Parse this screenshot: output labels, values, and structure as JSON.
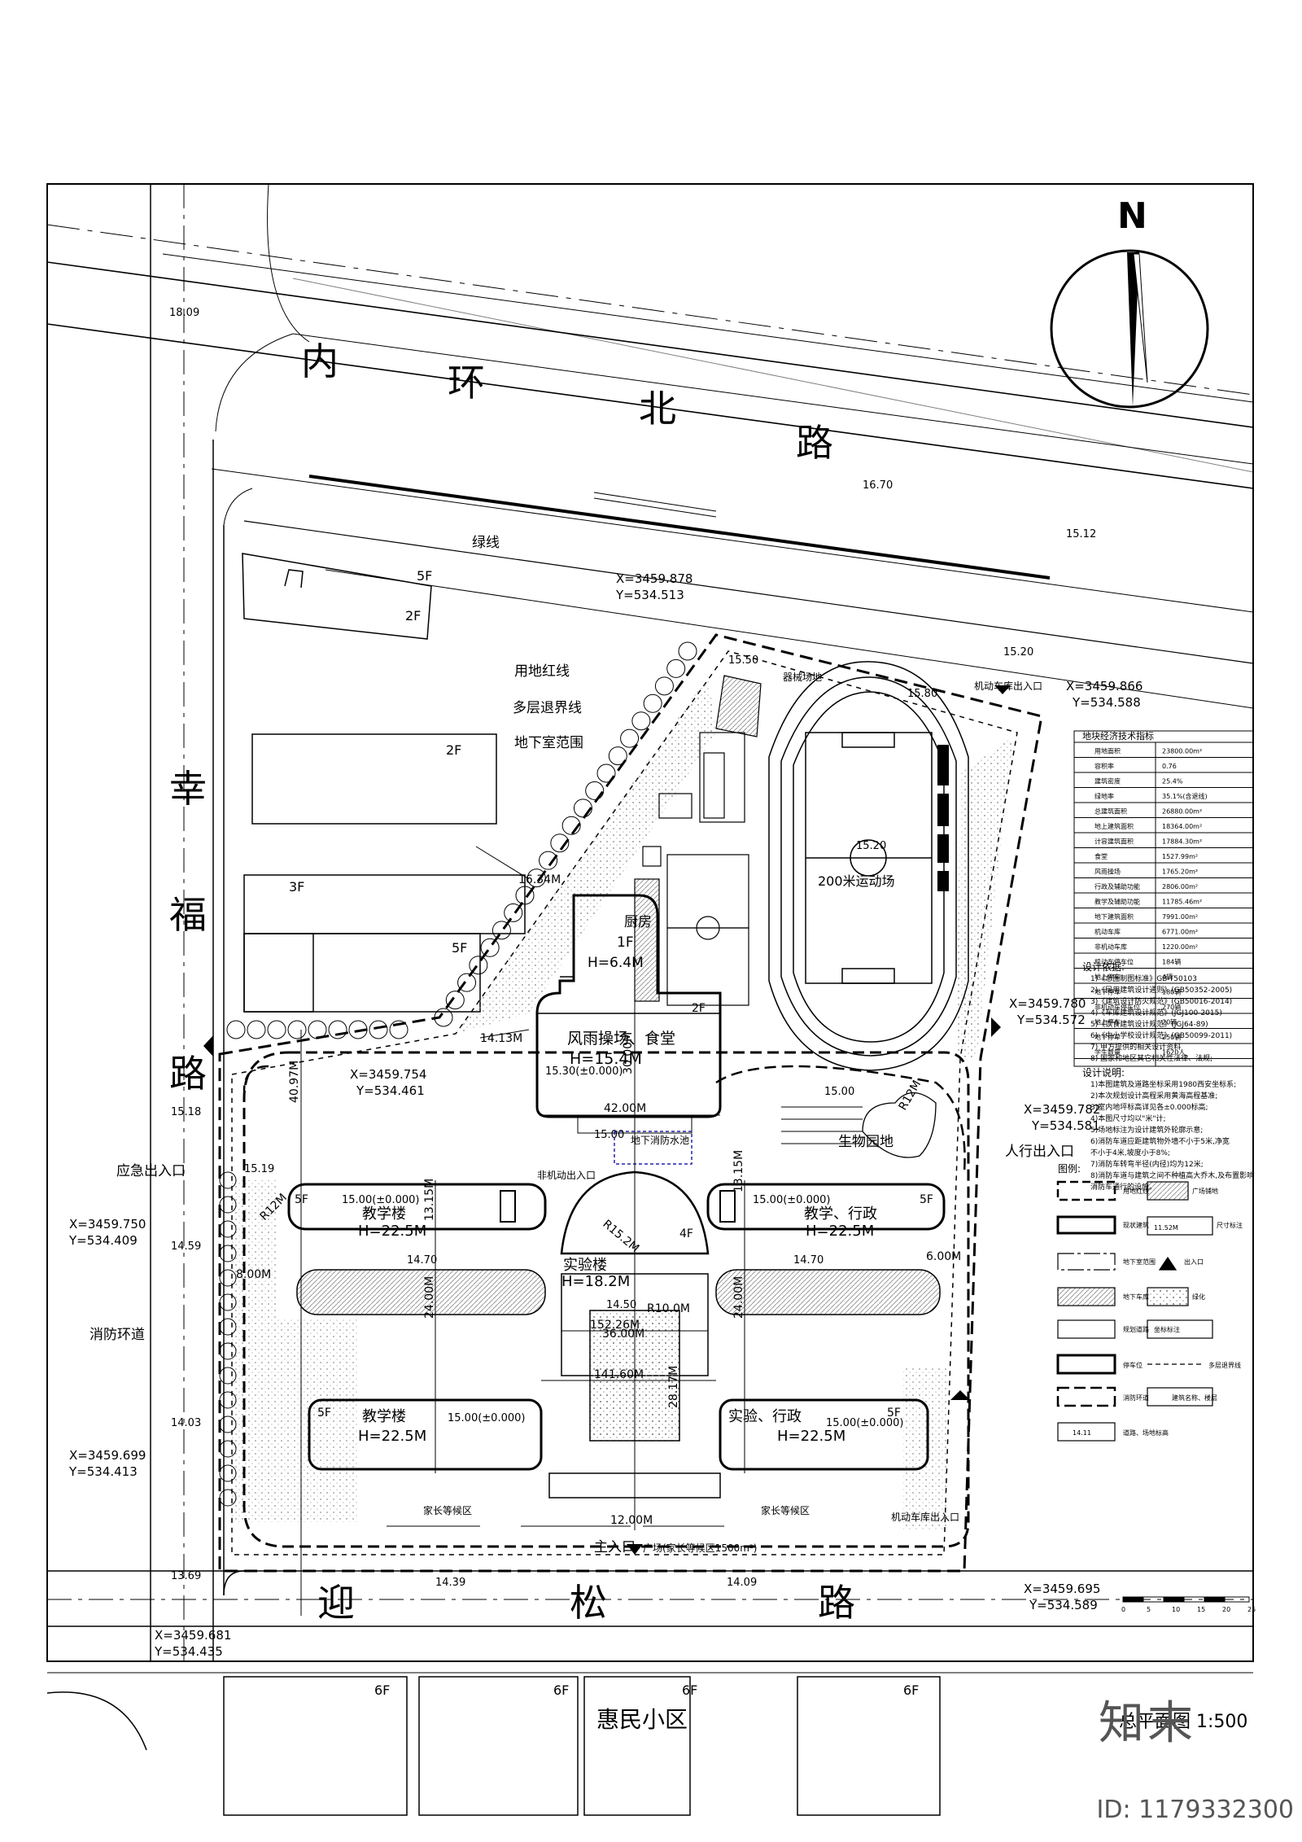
{
  "plan": {
    "title": "总平面图 1:500",
    "north": "N",
    "scale_ticks": [
      "0",
      "5",
      "10",
      "15",
      "20",
      "25"
    ]
  },
  "roads": {
    "north": [
      "内",
      "环",
      "北",
      "路"
    ],
    "west": [
      "幸",
      "福",
      "路"
    ],
    "south": [
      "迎",
      "松",
      "路"
    ]
  },
  "elevations": {
    "e1": "18.09",
    "e2": "16.70",
    "e3": "15.12",
    "e4": "15.18",
    "e5": "14.59",
    "e6": "14.03",
    "e7": "13.69",
    "e8": "14.39",
    "e9": "14.09",
    "e10": "15.50",
    "e11": "15.80",
    "e12": "15.20",
    "e13": "15.20",
    "e14": "15.00",
    "e15": "15.19",
    "e16": "14.70",
    "e17": "14.70",
    "e18": "14.50",
    "e19": "15.00"
  },
  "neighbors": {
    "n5f": "5F",
    "n2f": "2F",
    "n2f_b": "2F",
    "n3f": "3F",
    "n5f_b": "5F",
    "s6f_1": "6F",
    "s6f_2": "6F",
    "s6f_3": "6F",
    "s6f_4": "6F",
    "community": "惠民小区"
  },
  "labels": {
    "greenline": "绿线",
    "redline": "用地红线",
    "setback": "多层退界线",
    "basement": "地下室范围",
    "emergency": "应急出入口",
    "fire_road": "消防环道",
    "vehicle_entry_n": "机动车库出入口",
    "vehicle_entry_s": "机动车库出入口",
    "ped_entry": "人行出入口",
    "main_entry": "主入口",
    "plaza": "广场(家长等候区1500m²)",
    "wait_l": "家长等候区",
    "wait_r": "家长等候区",
    "equipment": "器械场地",
    "track": "200米运动场",
    "biology": "生物园地",
    "fire_pool": "地下消防水池",
    "non_motor": "非机动出入口"
  },
  "coords": {
    "c1": [
      "X=3459.878",
      "Y=534.513"
    ],
    "c2": [
      "X=3459.866",
      "Y=534.588"
    ],
    "c3": [
      "X=3459.780",
      "Y=534.572"
    ],
    "c4": [
      "X=3459.782",
      "Y=534.581"
    ],
    "c5": [
      "X=3459.754",
      "Y=534.461"
    ],
    "c6": [
      "X=3459.750",
      "Y=534.409"
    ],
    "c7": [
      "X=3459.699",
      "Y=534.413"
    ],
    "c8": [
      "X=3459.681",
      "Y=534.435"
    ],
    "c9": [
      "X=3459.695",
      "Y=534.589"
    ]
  },
  "buildings": {
    "kitchen": {
      "name": "厨房",
      "floors": "1F",
      "height": "H=6.4M"
    },
    "canteen": {
      "name": "风雨操场、食堂",
      "floors": "2F",
      "height": "H=15.4M",
      "level": "15.30(±0.000)"
    },
    "teach_nw": {
      "name": "教学楼",
      "floors": "5F",
      "height": "H=22.5M",
      "level": "15.00(±0.000)"
    },
    "teach_ne": {
      "name": "教学、行政",
      "floors": "5F",
      "height": "H=22.5M",
      "level": "15.00(±0.000)"
    },
    "lab_c": {
      "name": "实验楼",
      "floors": "4F",
      "height": "H=18.2M"
    },
    "teach_sw": {
      "name": "教学楼",
      "floors": "5F",
      "height": "H=22.5M",
      "level": "15.00(±0.000)"
    },
    "teach_se": {
      "name": "实验、行政",
      "floors": "5F",
      "height": "H=22.5M",
      "level": "15.00(±0.000)"
    }
  },
  "dims": {
    "d1": "42.00M",
    "d2": "30.00M",
    "d3": "152.26M",
    "d4": "141.60M",
    "d5": "36.00M",
    "d6": "12.00M",
    "d7": "13.15M",
    "d8": "24.00M",
    "d9": "24.00M",
    "d10": "13.15M",
    "d11": "40.97M",
    "d12": "16.34M",
    "d13": "14.13M",
    "d14": "28.17M",
    "d15": "8.00M",
    "d16": "6.00M",
    "d17": "R12M",
    "d18": "R15.2M",
    "d19": "R10.0M",
    "d20": "R12M"
  },
  "tech_table": {
    "title": "地块经济技术指标",
    "rows": [
      [
        "用地面积",
        "23800.00m²"
      ],
      [
        "容积率",
        "0.76"
      ],
      [
        "建筑密度",
        "25.4%"
      ],
      [
        "绿地率",
        "35.1%(含退线)"
      ],
      [
        "总建筑面积",
        "26880.00m²"
      ],
      [
        "地上建筑面积",
        "18364.00m²"
      ],
      [
        "计容建筑面积",
        "17884.30m²"
      ],
      [
        "食堂",
        "1527.99m²"
      ],
      [
        "风雨操场",
        "1765.20m²"
      ],
      [
        "行政及辅助功能",
        "2806.00m²"
      ],
      [
        "教学及辅助功能",
        "11785.46m²"
      ],
      [
        "地下建筑面积",
        "7991.00m²"
      ],
      [
        "机动车库",
        "6771.00m²"
      ],
      [
        "非机动车库",
        "1220.00m²"
      ],
      [
        "机动车停车位",
        "184辆"
      ],
      [
        "地上停车",
        "4辆"
      ],
      [
        "地下停车",
        "180辆"
      ],
      [
        "非机动车停车位",
        "270辆"
      ],
      [
        "地上停车",
        "20辆"
      ],
      [
        "地下停车",
        "250辆"
      ],
      [
        "学生数量",
        "1620人"
      ]
    ]
  },
  "basis": {
    "title": "设计依据:",
    "items": [
      "1)《总图制图标准》GB-T50103",
      "2)《民用建筑设计通则》(GB50352-2005)",
      "3)《建筑设计防火规范》(GB50016-2014)",
      "4)《车库建筑设计规范》(JGJ100-2015)",
      "5)《饮食建筑设计规范》(JGJ64-89)",
      "6)《中小学校设计规范》(GB50099-2011)",
      "7) 甲方提供的相关设计资料",
      "8) 国家和地区其它相关性法律、法规;"
    ]
  },
  "notes": {
    "title": "设计说明:",
    "items": [
      "1)本图建筑及道路坐标采用1980西安坐标系;",
      "2)本次规划设计高程采用黄海高程基准;",
      "3)室内地坪标高详见各±0.000标高;",
      "4)本图尺寸均以\"米\"计;",
      "5)场地标注为设计建筑外轮廓示意;",
      "6)消防车道应距建筑物外墙不小于5米,净宽",
      "不小于4米,坡度小于8%;",
      "7)消防车转弯半径(内径)均为12米;",
      "8)消防车道与建筑之间不种植高大乔木,及布置影响",
      "消防车通行的设施。"
    ]
  },
  "legend": {
    "title": "图例:",
    "items": [
      "用地红线",
      "广场铺地",
      "现状建筑",
      "11.52M",
      "尺寸标注",
      "地下室范围",
      "出入口",
      "地下车库",
      "绿化",
      "规划道路",
      "坐标标注",
      "停车位",
      "多层退界线",
      "消防环道",
      "建筑名称、楼层",
      "道路、场地标高",
      "14.11"
    ]
  },
  "watermark": {
    "logo": "知末",
    "id": "ID: 1179332300"
  }
}
